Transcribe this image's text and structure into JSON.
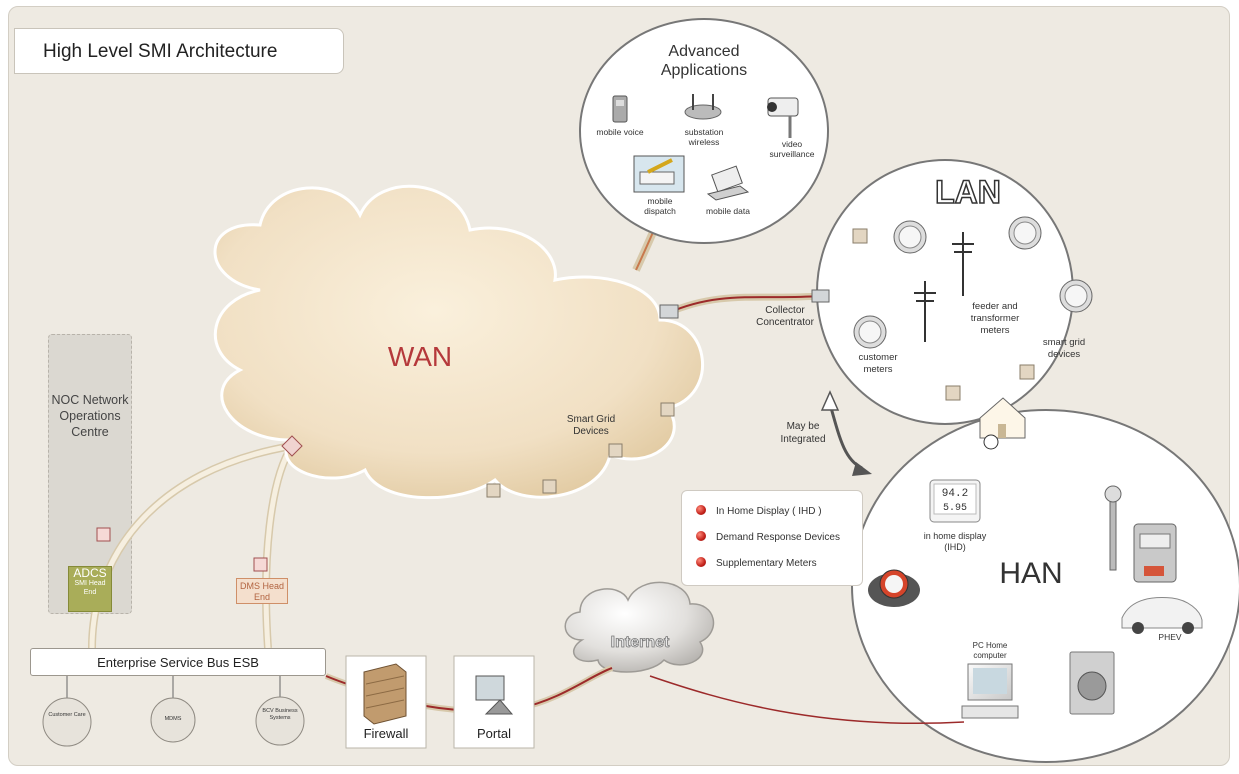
{
  "title": "High Level SMI Architecture",
  "wan": {
    "label": "WAN",
    "smart_grid_devices": "Smart Grid Devices",
    "collector_label": "Collector Concentrator"
  },
  "noc": {
    "label": "NOC Network Operations Centre",
    "adcs_title": "ADCS",
    "adcs_sub": "SMI Head End",
    "dms_label": "DMS Head End"
  },
  "esb": {
    "label": "Enterprise Service Bus ESB",
    "systems": [
      "Customer Care",
      "MDMS",
      "BCV Business Systems"
    ]
  },
  "firewall_label": "Firewall",
  "portal_label": "Portal",
  "internet_label": "Internet",
  "advanced_apps": {
    "title": "Advanced Applications",
    "items": {
      "mobile_voice": "mobile voice",
      "substation_wireless": "substation wireless",
      "video_surveillance": "video surveillance",
      "mobile_dispatch": "mobile dispatch",
      "mobile_data": "mobile data"
    }
  },
  "lan": {
    "label": "LAN",
    "feeder_meters": "feeder and transformer meters",
    "customer_meters": "customer meters",
    "smart_grid_devices": "smart grid devices"
  },
  "integration_label": "May be Integrated",
  "han": {
    "label": "HAN",
    "ihd_label": "in home display (IHD)",
    "ihd_reading_1": "94.2",
    "ihd_reading_2": "5.95",
    "phev_label": "PHEV",
    "pc_label": "PC Home computer"
  },
  "legend": {
    "items": [
      "In Home Display ( IHD )",
      "Demand Response Devices",
      "Supplementary Meters"
    ]
  },
  "colors": {
    "background": "#eeeae2",
    "wan_cloud": "#f1e0c4",
    "wan_label": "#b5393b",
    "adcs_box": "#a9ad59",
    "dms_box": "#f4dfcd",
    "link_red": "#9c2a2a",
    "link_beige": "#eadfc6",
    "legend_dot": "#c2211a"
  }
}
